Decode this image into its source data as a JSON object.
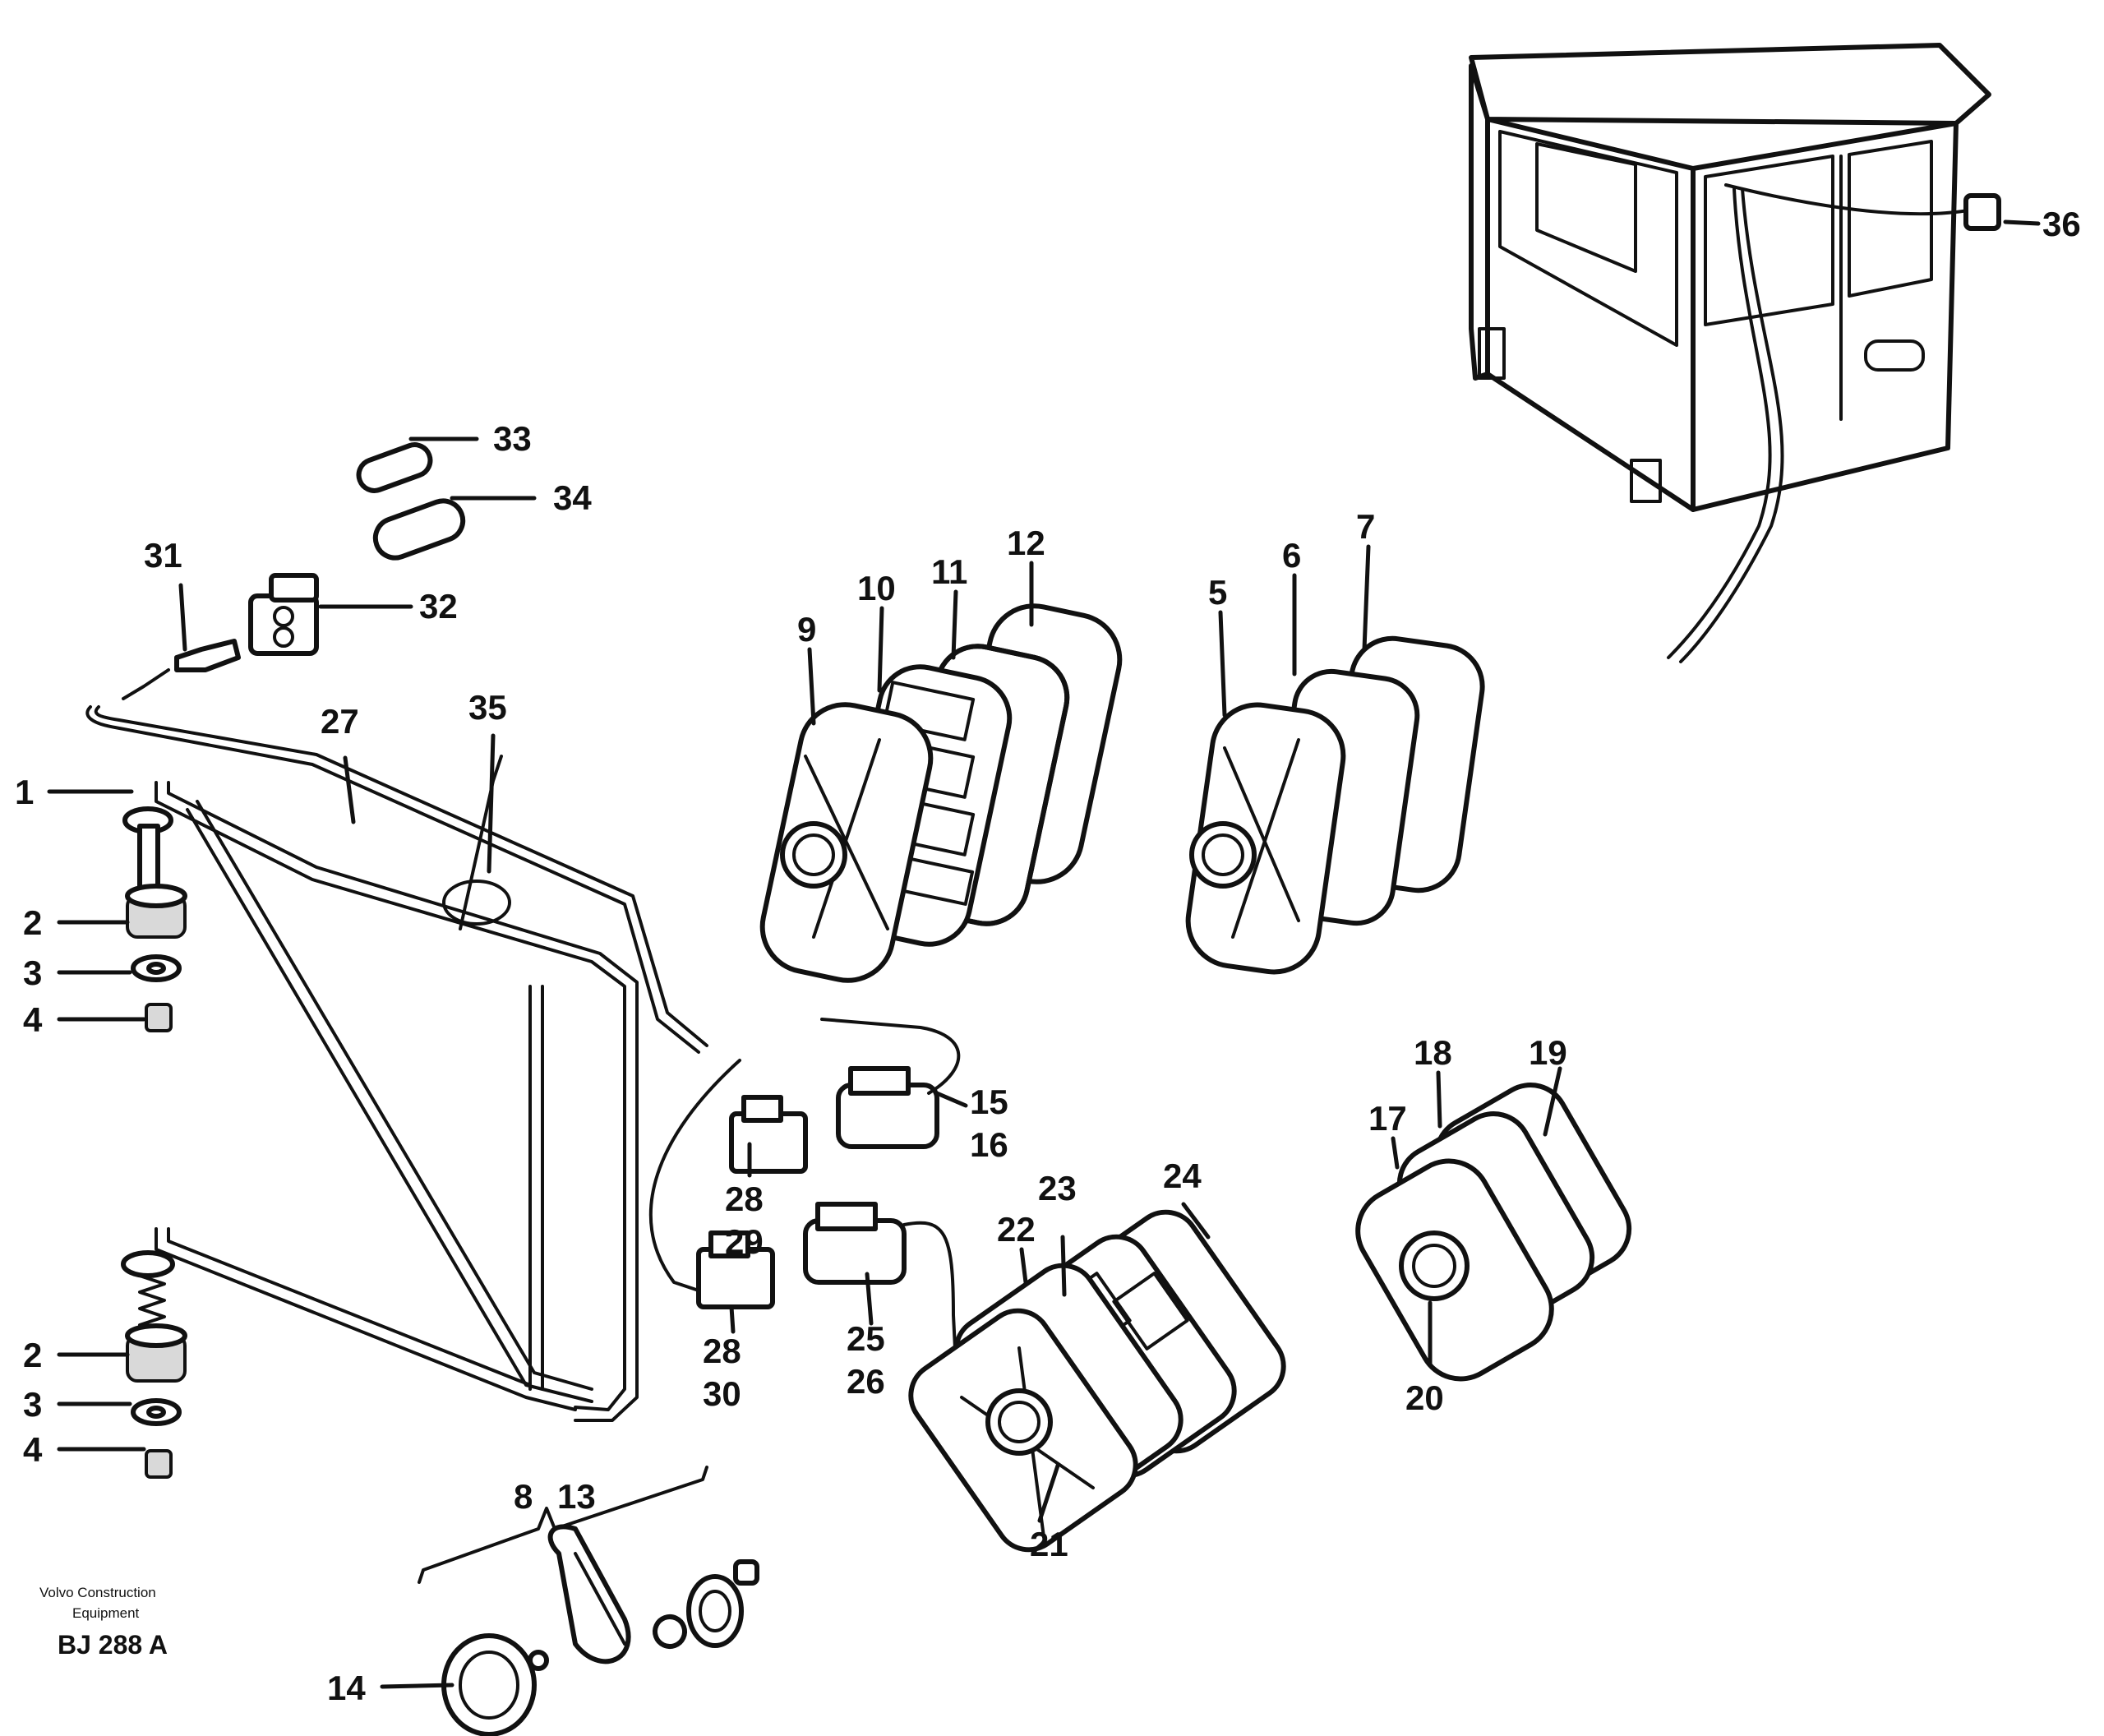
{
  "callouts": {
    "c1": "1",
    "c2": "2",
    "c3": "3",
    "c4": "4",
    "c2b": "2",
    "c3b": "3",
    "c4b": "4",
    "c5": "5",
    "c6": "6",
    "c7": "7",
    "c8": "8",
    "c9": "9",
    "c10": "10",
    "c11": "11",
    "c12": "12",
    "c13": "13",
    "c14": "14",
    "c15": "15",
    "c16": "16",
    "c17": "17",
    "c18": "18",
    "c19": "19",
    "c20": "20",
    "c21": "21",
    "c22": "22",
    "c23": "23",
    "c24": "24",
    "c25": "25",
    "c26": "26",
    "c27": "27",
    "c28": "28",
    "c28b": "28",
    "c29": "29",
    "c30": "30",
    "c31": "31",
    "c32": "32",
    "c33": "33",
    "c34": "34",
    "c35": "35",
    "c36": "36"
  },
  "footer": {
    "company_line1": "Volvo Construction",
    "company_line2": "Equipment",
    "drawing_code": "BJ 288 A"
  }
}
